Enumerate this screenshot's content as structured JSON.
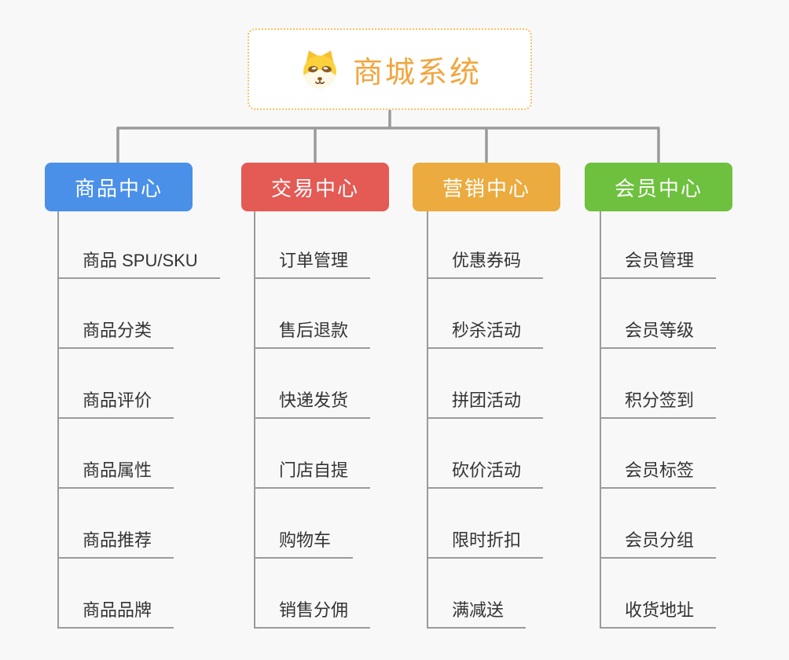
{
  "root": {
    "title": "商城系统",
    "icon": "dog-face-icon",
    "title_color": "#F2A53E",
    "border_color": "#F6C268",
    "background": "#FFFFFF"
  },
  "canvas": {
    "background_color": "#F8F8F8",
    "connector_color": "#9A9A9A",
    "leaf_text_color": "#333333",
    "leaf_underline_color": "#9B9B9B"
  },
  "branches": [
    {
      "label": "商品中心",
      "color": "#4A90E8",
      "items": [
        "商品 SPU/SKU",
        "商品分类",
        "商品评价",
        "商品属性",
        "商品推荐",
        "商品品牌"
      ]
    },
    {
      "label": "交易中心",
      "color": "#E45A54",
      "items": [
        "订单管理",
        "售后退款",
        "快递发货",
        "门店自提",
        "购物车",
        "销售分佣"
      ]
    },
    {
      "label": "营销中心",
      "color": "#EBAB3F",
      "items": [
        "优惠券码",
        "秒杀活动",
        "拼团活动",
        "砍价活动",
        "限时折扣",
        "满减送"
      ]
    },
    {
      "label": "会员中心",
      "color": "#6EC13E",
      "items": [
        "会员管理",
        "会员等级",
        "积分签到",
        "会员标签",
        "会员分组",
        "收货地址"
      ]
    }
  ]
}
